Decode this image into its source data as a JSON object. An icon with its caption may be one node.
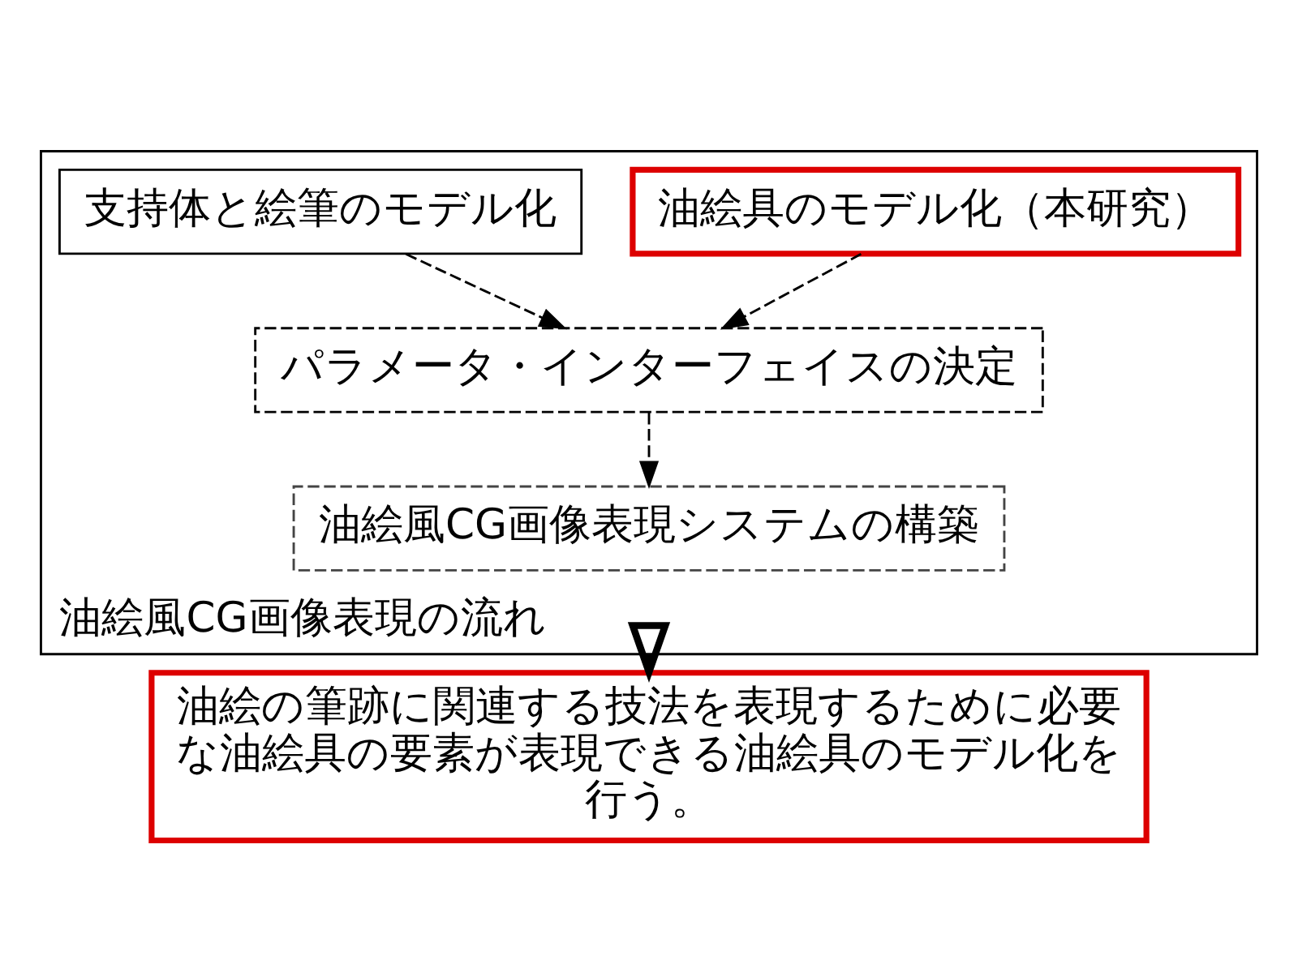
{
  "diagram": {
    "nodes": [
      {
        "text": [
          "油絵風CG画像表現の流れ"
        ]
      },
      {
        "text": [
          "油絵具のモデル化（本研究）"
        ],
        "in": 0
      },
      {
        "text": [
          "支持体と絵筆のモデル化"
        ],
        "in": 0
      },
      {
        "text": [
          "パラメータ・インターフェイスの決定"
        ],
        "in": 0
      },
      {
        "text": [
          "油絵風CG画像表現システムの構築"
        ],
        "in": 0
      },
      {
        "text": [
          "油絵の筆跡に関連する技法を表現するために必要な油絵具の要素が表現できる油絵具のモデル化を行う。"
        ]
      }
    ],
    "edges": [
      {
        "from": 1,
        "to": 3,
        "arrow": "to",
        "style": "dashed"
      },
      {
        "from": 2,
        "to": 3,
        "arrow": "to",
        "style": "dashed"
      },
      {
        "from": 3,
        "to": 4,
        "arrow": "to",
        "style": "dashed"
      },
      {
        "from": 0,
        "to": 5,
        "arrow": "to",
        "style": "thick"
      }
    ]
  }
}
